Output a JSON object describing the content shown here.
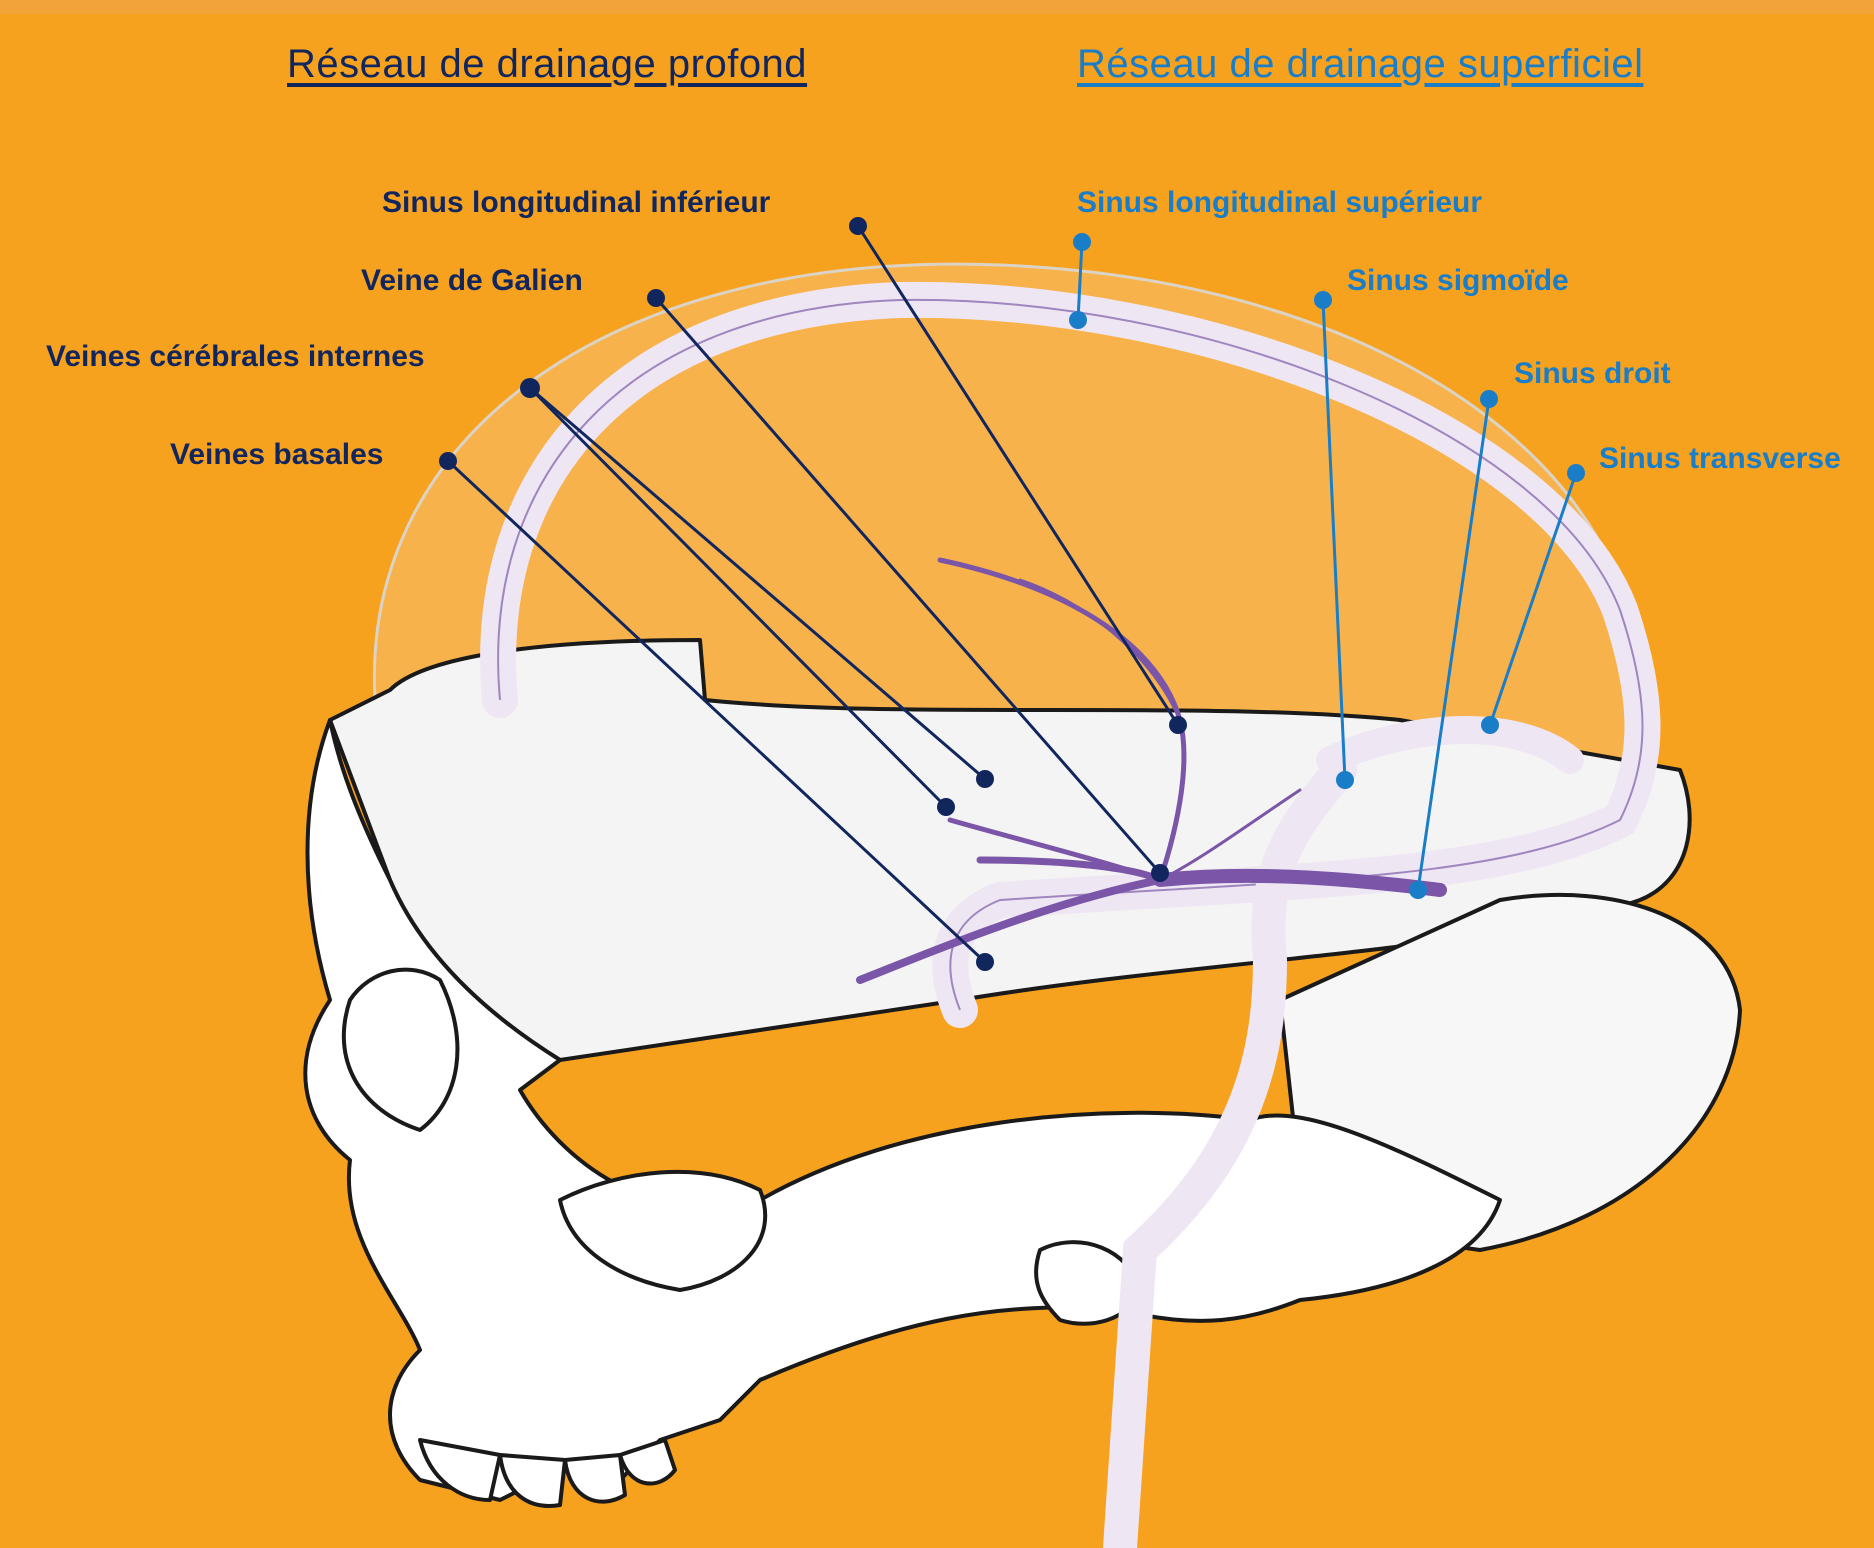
{
  "headings": {
    "deep": "Réseau de drainage profond",
    "superficial": "Réseau de drainage superficiel"
  },
  "labels": {
    "deep": [
      "Sinus longitudinal inférieur",
      "Veine de Galien",
      "Veines cérébrales internes",
      "Veines basales"
    ],
    "superficial": [
      "Sinus longitudinal supérieur",
      "Sinus sigmoïde",
      "Sinus droit",
      "Sinus transverse"
    ]
  },
  "colors": {
    "background": "#F7A21E",
    "deep_network": "#12265E",
    "superficial_network": "#1A7DC8",
    "vein": "#7A55A8",
    "sinus_fill": "#EFE6F4",
    "bone_outline": "#1A1A1A"
  },
  "icons": [
    "skull-illustration",
    "leader-dot"
  ]
}
